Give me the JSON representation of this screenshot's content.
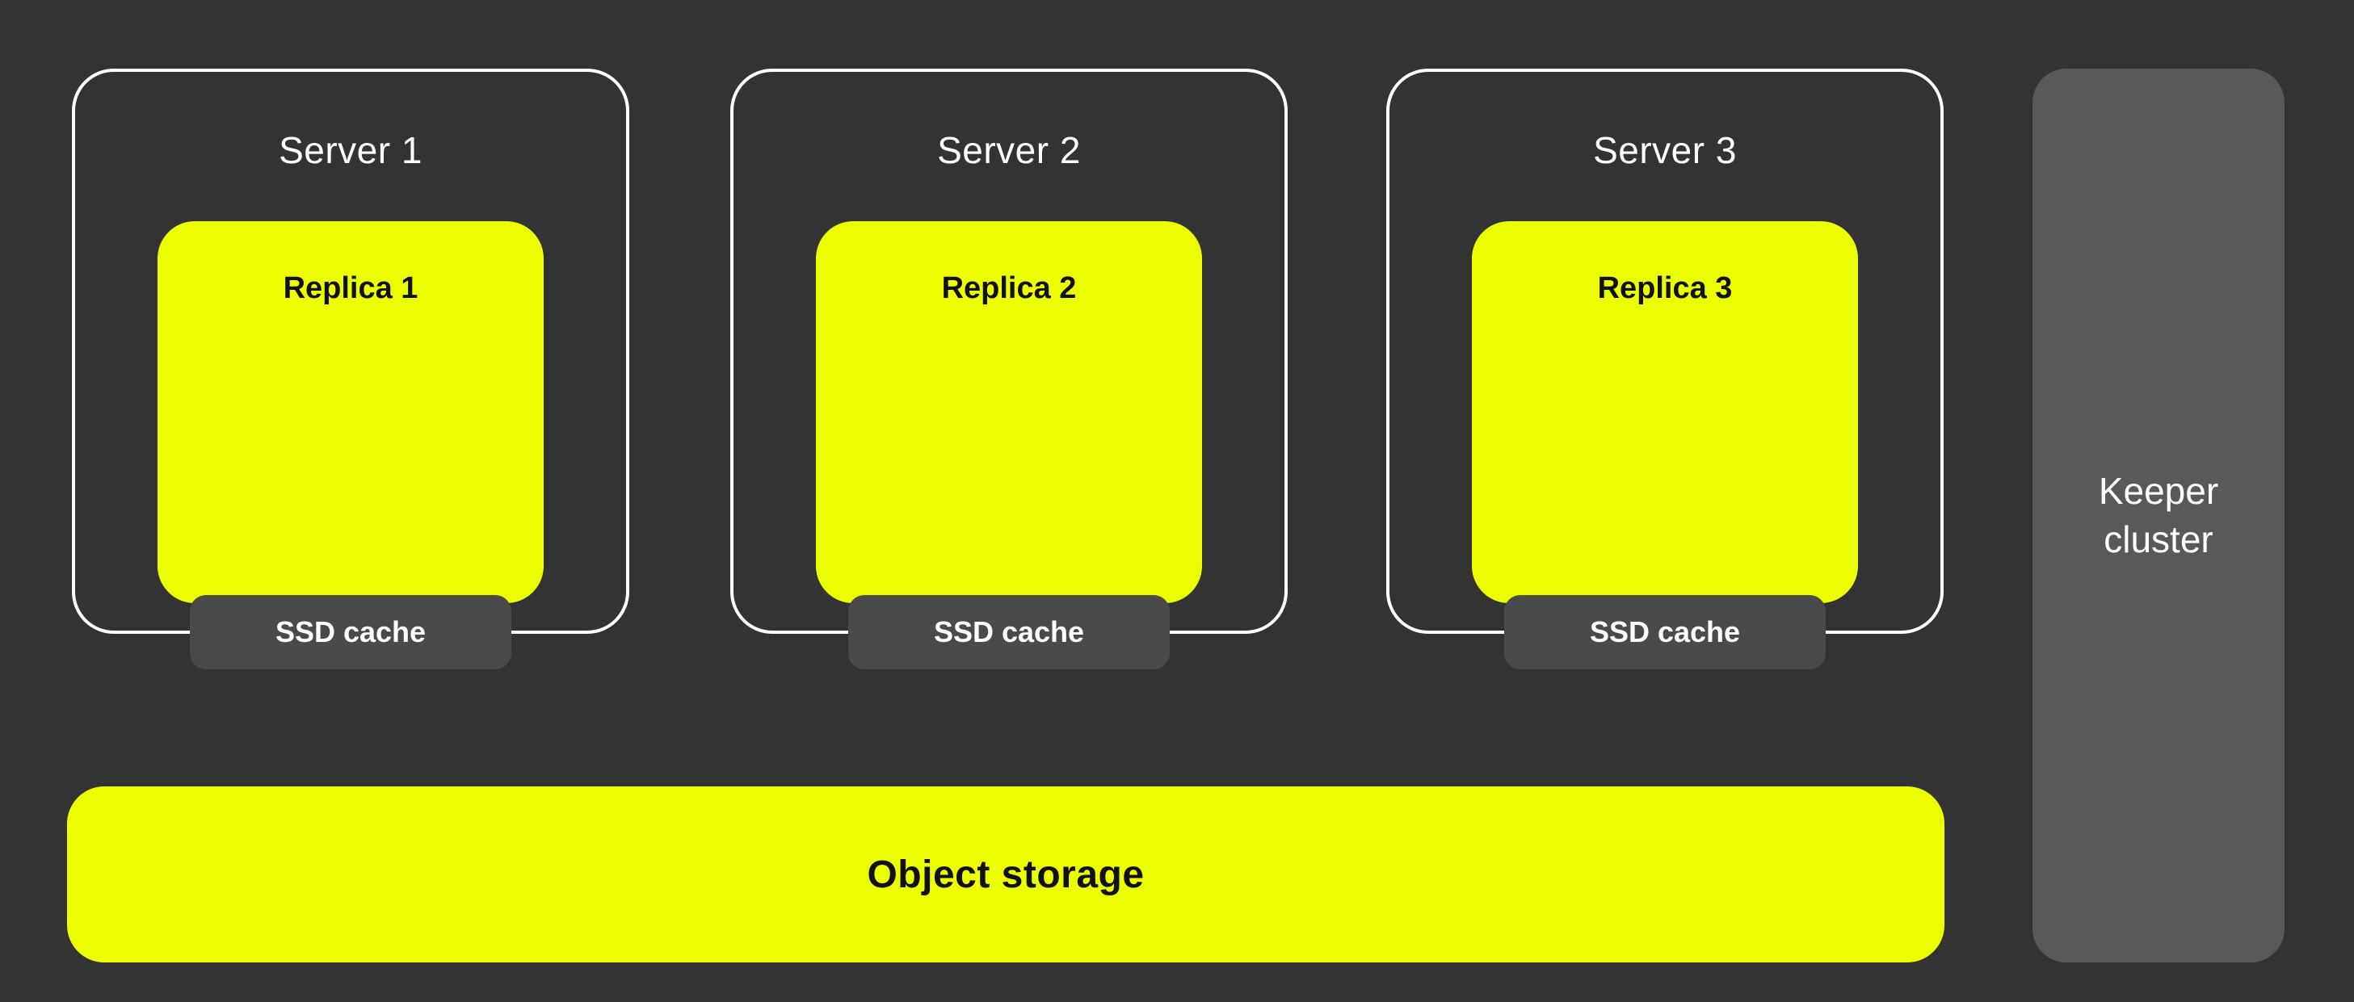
{
  "diagram": {
    "servers": [
      {
        "label": "Server 1",
        "replica_label": "Replica 1",
        "cache_label": "SSD cache"
      },
      {
        "label": "Server 2",
        "replica_label": "Replica 2",
        "cache_label": "SSD cache"
      },
      {
        "label": "Server 3",
        "replica_label": "Replica 3",
        "cache_label": "SSD cache"
      }
    ],
    "object_storage": {
      "label": "Object storage"
    },
    "keeper_cluster": {
      "label": "Keeper cluster"
    },
    "colors": {
      "background": "#333333",
      "accent_yellow": "#ECFF00",
      "cache_gray": "#4A4A4A",
      "keeper_gray": "#595959",
      "server_border": "#FFFFFF",
      "text_light": "#FFFFFF",
      "text_dark": "#111111"
    }
  }
}
